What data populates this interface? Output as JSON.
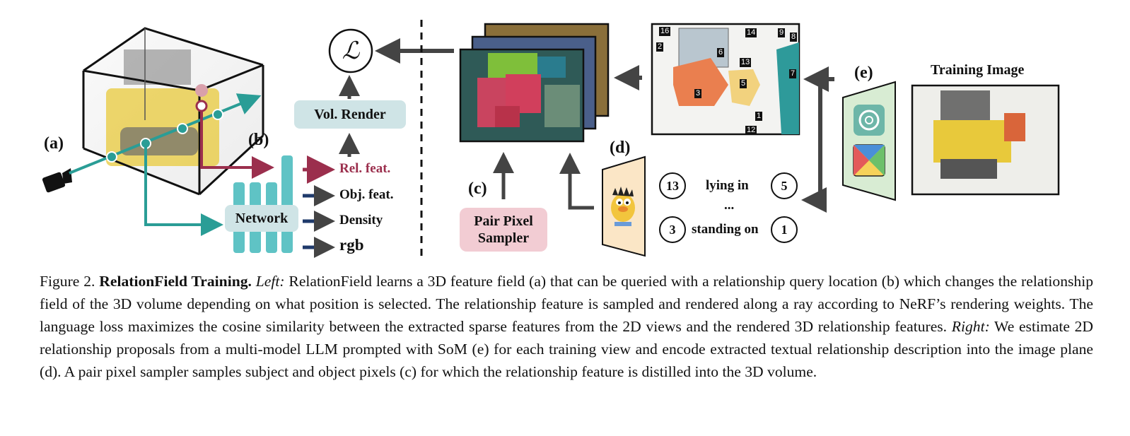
{
  "figure": {
    "panel_labels": {
      "a": "(a)",
      "b": "(b)",
      "c": "(c)",
      "d": "(d)",
      "e": "(e)"
    },
    "network_label": "Network",
    "vol_render_label": "Vol. Render",
    "loss_symbol": "ℒ",
    "outputs": [
      "Rel. feat.",
      "Obj. feat.",
      "Density",
      "rgb"
    ],
    "pair_sampler_label": "Pair Pixel Sampler",
    "training_image_title": "Training Image",
    "relations": {
      "row1": {
        "subject": "13",
        "predicate": "lying in",
        "object": "5"
      },
      "ellipsis": "...",
      "row2": {
        "subject": "3",
        "predicate": "standing on",
        "object": "1"
      }
    },
    "som_tags": [
      "16",
      "14",
      "9",
      "8",
      "2",
      "6",
      "13",
      "7",
      "5",
      "3",
      "1",
      "12"
    ],
    "colors": {
      "teal": "#2a9d96",
      "maroon": "#9b2f4d",
      "navy": "#1f3a6b",
      "vol_render_bg": "#cfe4e6",
      "network_bg": "#5fc3c5",
      "pair_sampler_bg": "#f2ccd3",
      "plane_d": "#fbe6c6",
      "plane_e": "#d8ecd3",
      "arrow_gray": "#444444"
    }
  },
  "caption": {
    "prefix": "Figure 2. ",
    "title": "RelationField Training.",
    "left_label": "Left:",
    "left_text": " RelationField learns a 3D feature field (a) that can be queried with a relationship query location (b) which changes the relationship field of the 3D volume depending on what position is selected. The relationship feature is sampled and rendered along a ray according to NeRF’s rendering weights. The language loss maximizes the cosine similarity between the extracted sparse features from the 2D views and the rendered 3D relationship features. ",
    "right_label": "Right:",
    "right_text": " We estimate 2D relationship proposals from a multi-model LLM prompted with SoM (e) for each training view and encode extracted textual relationship description into the image plane (d). A pair pixel sampler samples subject and object pixels (c) for which the relationship feature is distilled into the 3D volume."
  }
}
